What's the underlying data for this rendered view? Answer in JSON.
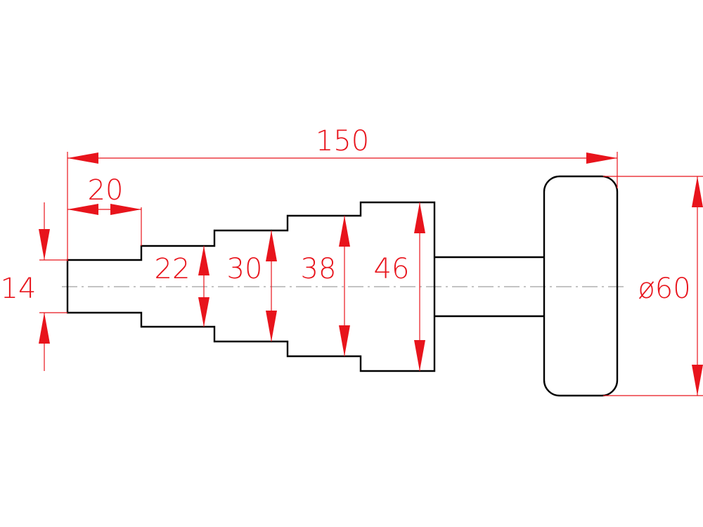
{
  "drawing": {
    "line_color": "#000000",
    "dimension_color": "#e8141c",
    "centerline_color": "#8a8a8a",
    "dimensions": {
      "overall_length": "150",
      "step_length": "20",
      "diameter_14": "14",
      "diameter_22": "22",
      "diameter_30": "30",
      "diameter_38": "38",
      "diameter_46": "46",
      "diameter_60": "ø60"
    }
  }
}
